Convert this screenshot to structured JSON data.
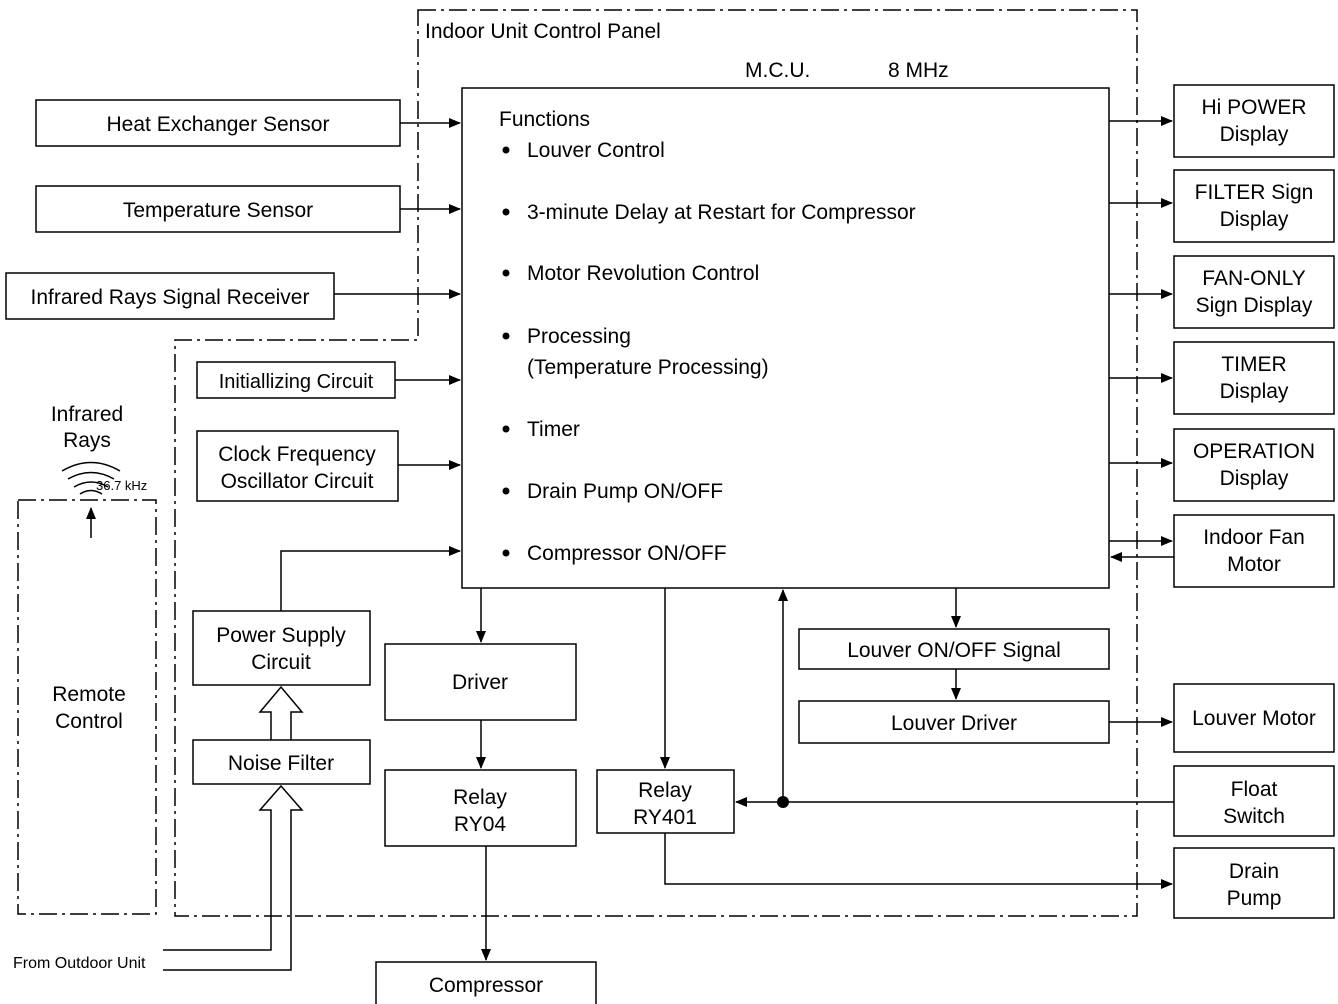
{
  "panel": {
    "title": "Indoor Unit Control Panel",
    "mcu_label": "M.C.U.",
    "mcu_freq": "8 MHz"
  },
  "inputs": {
    "heat_exchanger": "Heat Exchanger Sensor",
    "temperature": "Temperature Sensor",
    "infrared_receiver": "Infrared Rays Signal Receiver",
    "initializing": "Initiallizing Circuit",
    "clock_line1": "Clock Frequency",
    "clock_line2": "Oscillator Circuit",
    "power_line1": "Power Supply",
    "power_line2": "Circuit",
    "noise_filter": "Noise Filter"
  },
  "mcu": {
    "heading": "Functions",
    "functions": [
      "Louver Control",
      "3-minute Delay at Restart for Compressor",
      "Motor Revolution Control",
      "Processing",
      "(Temperature Processing)",
      "Timer",
      "Drain Pump ON/OFF",
      "Compressor ON/OFF"
    ]
  },
  "outputs": {
    "hi_power_1": "Hi POWER",
    "hi_power_2": "Display",
    "filter_1": "FILTER Sign",
    "filter_2": "Display",
    "fan_only_1": "FAN-ONLY",
    "fan_only_2": "Sign Display",
    "timer_1": "TIMER",
    "timer_2": "Display",
    "operation_1": "OPERATION",
    "operation_2": "Display",
    "indoor_fan_1": "Indoor Fan",
    "indoor_fan_2": "Motor",
    "louver_motor": "Louver Motor",
    "float_1": "Float",
    "float_2": "Switch",
    "drain_1": "Drain",
    "drain_2": "Pump"
  },
  "lower": {
    "driver": "Driver",
    "relay04_1": "Relay",
    "relay04_2": "RY04",
    "relay401_1": "Relay",
    "relay401_2": "RY401",
    "louver_signal": "Louver ON/OFF Signal",
    "louver_driver": "Louver Driver",
    "compressor": "Compressor"
  },
  "remote": {
    "rays_1": "Infrared",
    "rays_2": "Rays",
    "freq": "36.7 kHz",
    "label_1": "Remote",
    "label_2": "Control"
  },
  "outdoor_label": "From Outdoor Unit"
}
